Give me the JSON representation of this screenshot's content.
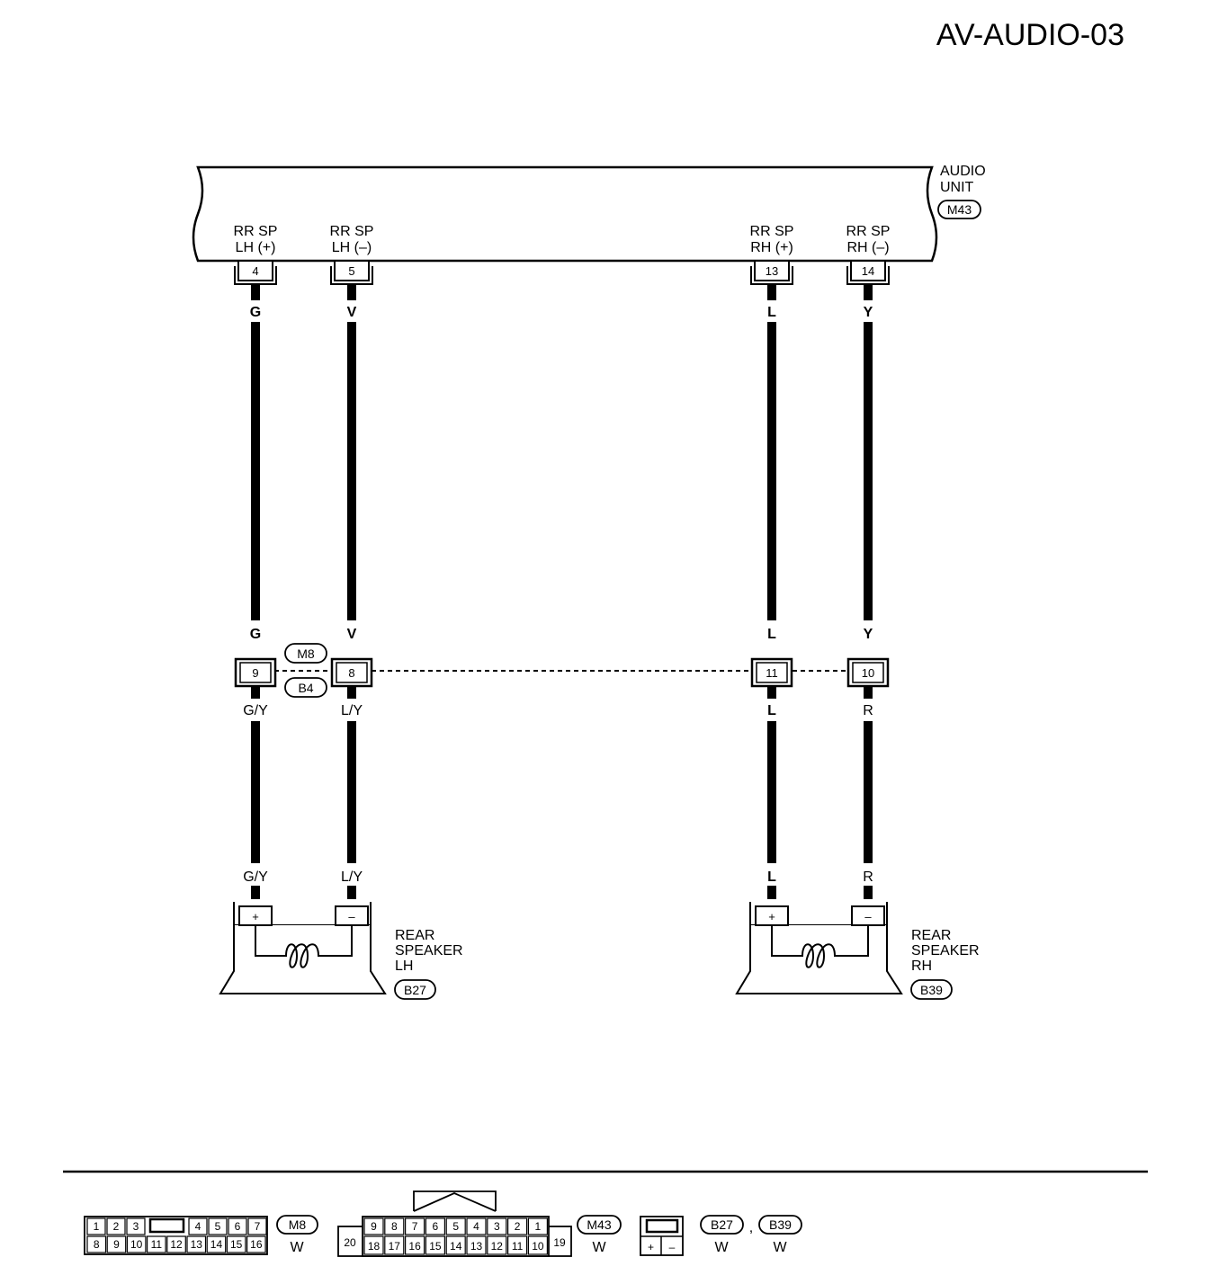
{
  "page_title": "AV-AUDIO-03",
  "audio_unit": {
    "label_line1": "AUDIO",
    "label_line2": "UNIT",
    "connector": "M43",
    "terminals": [
      {
        "name_line1": "RR SP",
        "name_line2": "LH (+)",
        "pin": "4"
      },
      {
        "name_line1": "RR SP",
        "name_line2": "LH (–)",
        "pin": "5"
      },
      {
        "name_line1": "RR SP",
        "name_line2": "RH (+)",
        "pin": "13"
      },
      {
        "name_line1": "RR SP",
        "name_line2": "RH (–)",
        "pin": "14"
      }
    ]
  },
  "wires": [
    {
      "upper_color": "G",
      "joint_pin": "9",
      "lower_color": "G/Y"
    },
    {
      "upper_color": "V",
      "joint_pin": "8",
      "lower_color": "L/Y"
    },
    {
      "upper_color": "L",
      "joint_pin": "11",
      "lower_color": "L"
    },
    {
      "upper_color": "Y",
      "joint_pin": "10",
      "lower_color": "R"
    }
  ],
  "joint_connector": {
    "upper": "M8",
    "lower": "B4"
  },
  "speakers": [
    {
      "line1": "REAR",
      "line2": "SPEAKER",
      "line3": "LH",
      "connector": "B27",
      "plus": "+",
      "minus": "–"
    },
    {
      "line1": "REAR",
      "line2": "SPEAKER",
      "line3": "RH",
      "connector": "B39",
      "plus": "+",
      "minus": "–"
    }
  ],
  "connector_views": {
    "m8": {
      "label": "M8",
      "color": "W",
      "top_row": [
        "1",
        "2",
        "3",
        "4",
        "5",
        "6",
        "7"
      ],
      "bottom_row": [
        "8",
        "9",
        "10",
        "11",
        "12",
        "13",
        "14",
        "15",
        "16"
      ]
    },
    "m43": {
      "label": "M43",
      "color": "W",
      "left_pin": "20",
      "right_pin": "19",
      "top_row": [
        "9",
        "8",
        "7",
        "6",
        "5",
        "4",
        "3",
        "2",
        "1"
      ],
      "bottom_row": [
        "18",
        "17",
        "16",
        "15",
        "14",
        "13",
        "12",
        "11",
        "10"
      ]
    },
    "speaker": {
      "plus": "+",
      "minus": "–",
      "label_lh": "B27",
      "label_rh": "B39",
      "separator": ",",
      "color_lh": "W",
      "color_rh": "W"
    }
  }
}
